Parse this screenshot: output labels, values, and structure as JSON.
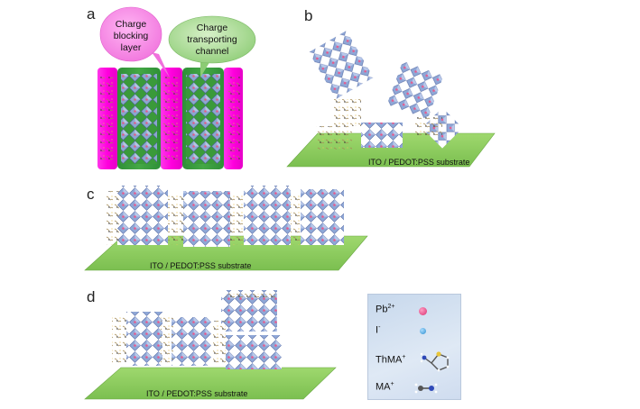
{
  "panels": {
    "a": {
      "letter": "a",
      "bubble_left": [
        "Charge",
        "blocking",
        "layer"
      ],
      "bubble_right": [
        "Charge",
        "transporting",
        "channel"
      ]
    },
    "b": {
      "letter": "b",
      "substrate": "ITO / PEDOT:PSS substrate"
    },
    "c": {
      "letter": "c",
      "substrate": "ITO / PEDOT:PSS substrate"
    },
    "d": {
      "letter": "d",
      "substrate": "ITO / PEDOT:PSS substrate"
    }
  },
  "legend": {
    "pb": {
      "base": "Pb",
      "sup": "2+"
    },
    "i": {
      "base": "I",
      "sup": "-"
    },
    "thma": {
      "base": "ThMA",
      "sup": "+"
    },
    "ma": {
      "base": "MA",
      "sup": "+"
    }
  },
  "colors": {
    "magenta_layer": "#ff1fe0",
    "green_channel": "#3a9a3a",
    "substrate_green": "#8fcf5f",
    "octahedron_blue": "#8fa7d6",
    "pb_ion": "#e0457f",
    "i_ion": "#4aa7dc"
  }
}
